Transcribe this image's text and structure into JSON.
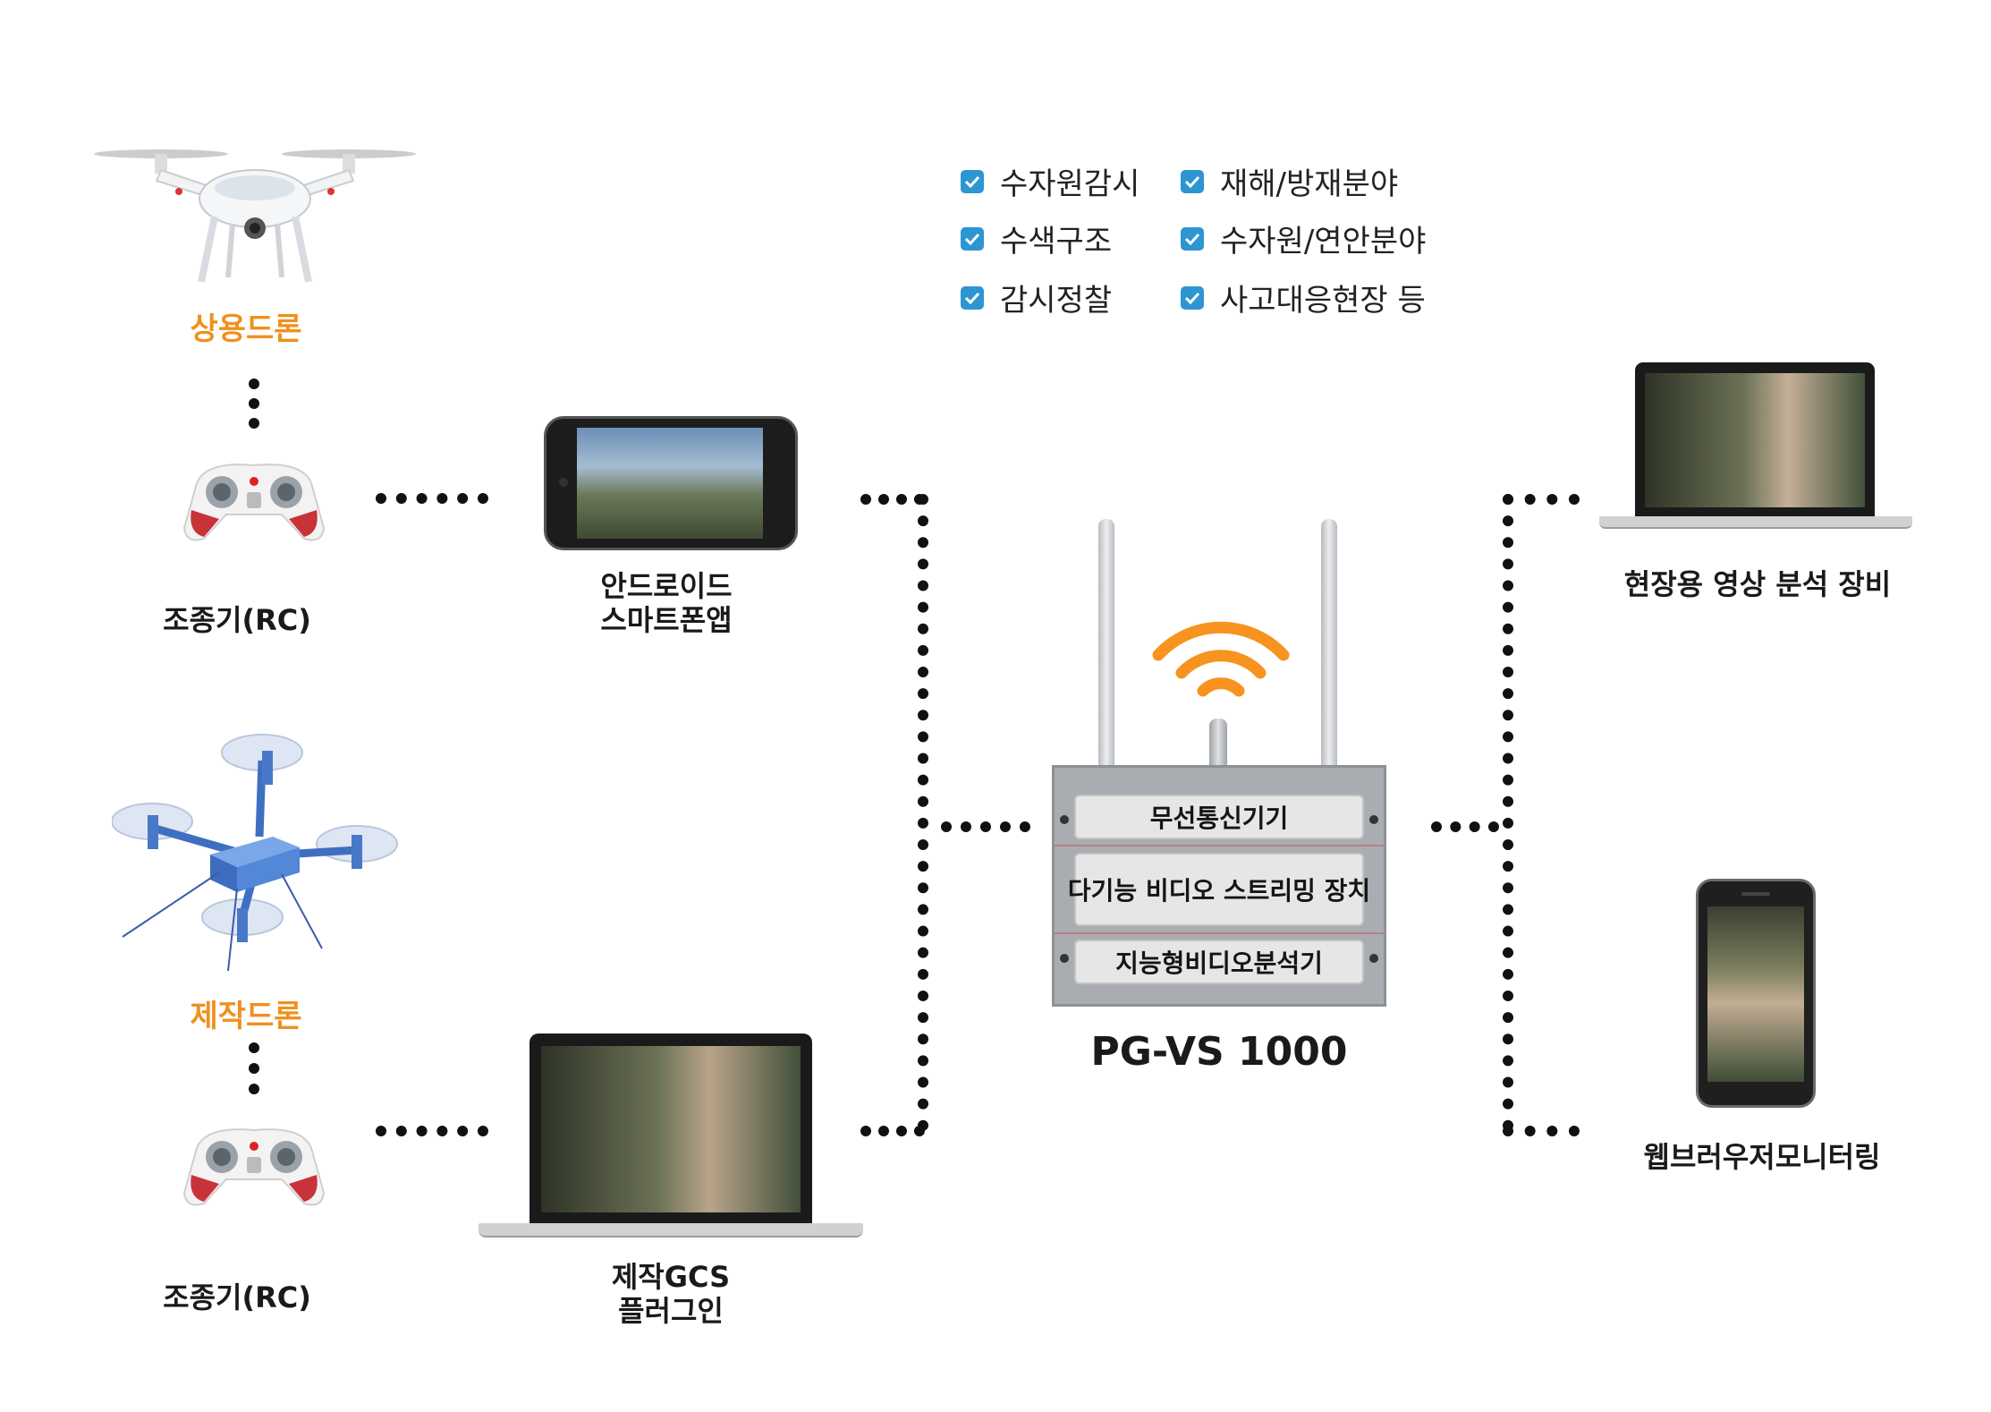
{
  "checklist": {
    "col1": [
      "수자원감시",
      "수색구조",
      "감시정찰"
    ],
    "col2": [
      "재해/방재분야",
      "수자원/연안분야",
      "사고대응현장 등"
    ],
    "check_color": "#2e95d3"
  },
  "left_column": {
    "commercial_drone": "상용드론",
    "rc_top": "조종기(RC)",
    "custom_drone": "제작드론",
    "rc_bottom": "조종기(RC)"
  },
  "middle_column": {
    "app_line1": "안드로이드",
    "app_line2": "스마트폰앱",
    "gcs_line1": "제작GCS",
    "gcs_line2": "플러그인"
  },
  "device": {
    "panel1": "무선통신기기",
    "panel2": "다기능 비디오 스트리밍 장치",
    "panel3": "지능형비디오분석기",
    "model": "PG-VS 1000",
    "wifi_color": "#f7931e"
  },
  "right_column": {
    "field_equipment": "현장용 영상 분석 장비",
    "web_monitoring": "웹브러우저모니터링"
  },
  "colors": {
    "accent_orange": "#f0901e",
    "dot": "#111111"
  }
}
